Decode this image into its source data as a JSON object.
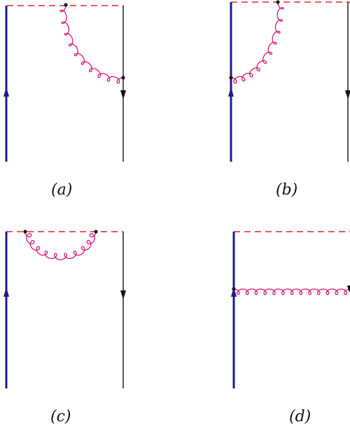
{
  "colors": {
    "blue_line": "#1c1c8c",
    "black_line": "#111111",
    "red_dashed": "#e0262d",
    "gluon": "#d4187a",
    "vertex": "#1a1a1a"
  },
  "panels": [
    {
      "id": "a",
      "label": "(a)"
    },
    {
      "id": "b",
      "label": "(b)"
    },
    {
      "id": "c",
      "label": "(c)"
    },
    {
      "id": "d",
      "label": "(d)"
    }
  ]
}
